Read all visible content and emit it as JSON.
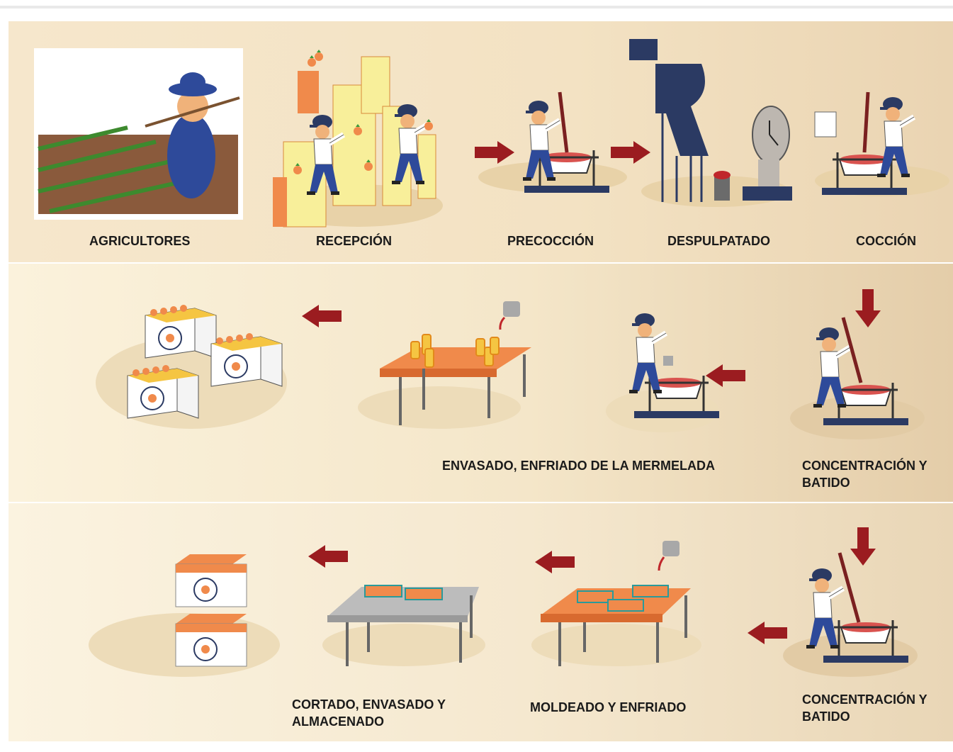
{
  "colors": {
    "band_light": "#f6e7cc",
    "band_dark": "#e4cda9",
    "arrow": "#9b1c20",
    "navy": "#2b3a63",
    "orange": "#f08a4b",
    "yellow": "#f8ef9a",
    "floor": "#e8d2a8"
  },
  "row1": {
    "agricultores": "AGRICULTORES",
    "recepcion": "RECEPCIÓN",
    "precoccion": "PRECOCCIÓN",
    "despulpatado": "DESPULPATADO",
    "coccion": "COCCIÓN"
  },
  "row2": {
    "concentracion_line1": "CONCENTRACIÓN Y",
    "concentracion_line2": "BATIDO",
    "envasado": "ENVASADO, ENFRIADO DE LA MERMELADA"
  },
  "row3": {
    "concentracion_line1": "CONCENTRACIÓN Y",
    "concentracion_line2": "BATIDO",
    "moldeado": "MOLDEADO Y ENFRIADO",
    "cortado_line1": "CORTADO, ENVASADO Y",
    "cortado_line2": "ALMACENADO"
  },
  "icons": [
    "farmer-icon",
    "boxes-icon",
    "worker-pot-icon",
    "pulper-machine-icon",
    "clock-scale-icon",
    "jar-box-icon",
    "table-jars-icon",
    "table-molds-icon",
    "table-bars-icon",
    "box-stack-icon",
    "flow-arrow-icon"
  ]
}
